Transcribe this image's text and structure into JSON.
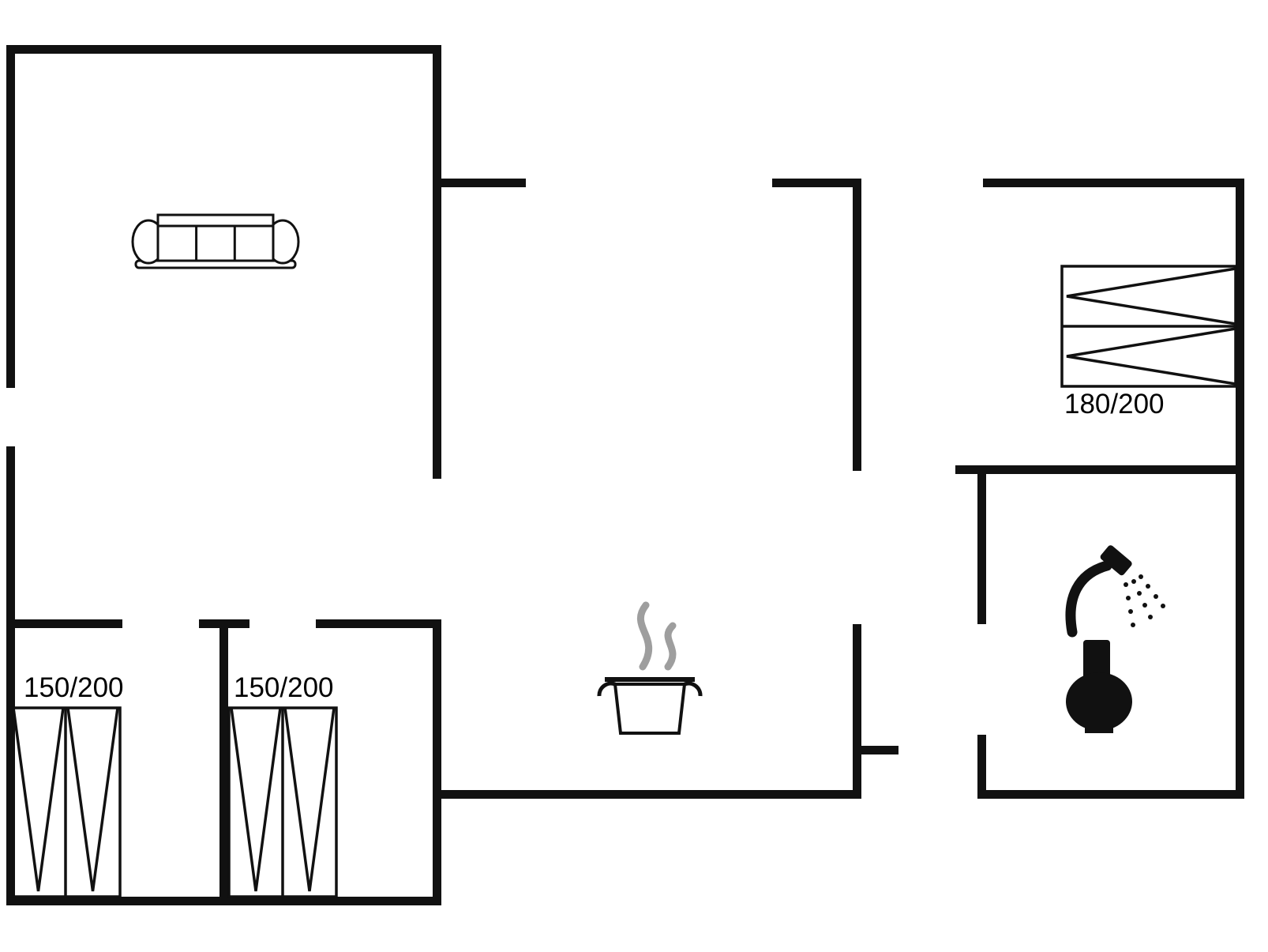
{
  "colors": {
    "background": "#ffffff",
    "walls": "#111111",
    "furniture_outline": "#111111",
    "steam": "#9e9e9e",
    "text": "#000000"
  },
  "rooms": {
    "living_room": {
      "icon": "sofa-icon"
    },
    "kitchen": {
      "icon": "cooking-pot-icon"
    },
    "hall": {},
    "bedroom_top_right": {
      "icon": "double-bed-icon",
      "bed_label": "180/200"
    },
    "bedroom_bottom_left": {
      "icon": "double-bed-icon",
      "bed_label": "150/200"
    },
    "bedroom_bottom_middle": {
      "icon": "double-bed-icon",
      "bed_label": "150/200"
    },
    "bathroom": {
      "icons": [
        "shower-icon",
        "toilet-icon"
      ]
    }
  }
}
